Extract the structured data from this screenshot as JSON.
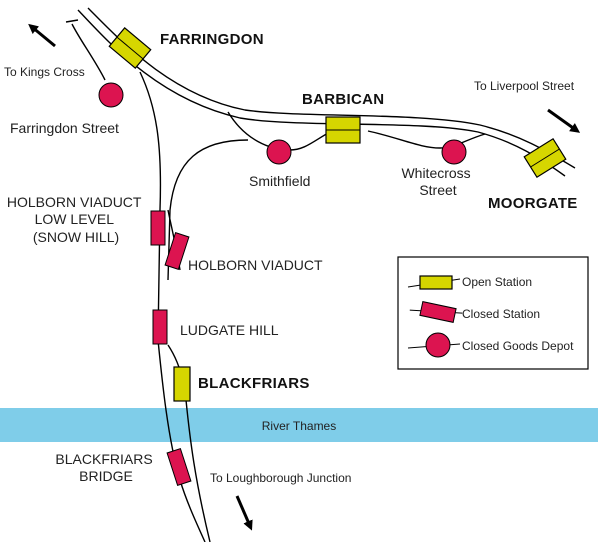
{
  "colors": {
    "open_station": "#d4d400",
    "closed_station": "#dc1450",
    "river": "#7fcde9",
    "track": "#000000"
  },
  "open_stations": {
    "farringdon": "FARRINGDON",
    "barbican": "BARBICAN",
    "moorgate": "MOORGATE",
    "blackfriars": "BLACKFRIARS"
  },
  "closed_stations": {
    "holborn_low_level": [
      "HOLBORN VIADUCT",
      "LOW LEVEL",
      "(SNOW HILL)"
    ],
    "holborn_viaduct": "HOLBORN VIADUCT",
    "ludgate_hill": "LUDGATE HILL",
    "blackfriars_bridge": [
      "BLACKFRIARS",
      "BRIDGE"
    ]
  },
  "goods_depots": {
    "farringdon_street": "Farringdon Street",
    "smithfield": "Smithfield",
    "whitecross_street": [
      "Whitecross",
      "Street"
    ]
  },
  "directions": {
    "kings_cross": "To Kings Cross",
    "liverpool_street": "To Liverpool Street",
    "loughborough_junction": "To Loughborough Junction"
  },
  "river": "River Thames",
  "legend": {
    "open": "Open Station",
    "closed": "Closed Station",
    "depot": "Closed Goods Depot"
  }
}
